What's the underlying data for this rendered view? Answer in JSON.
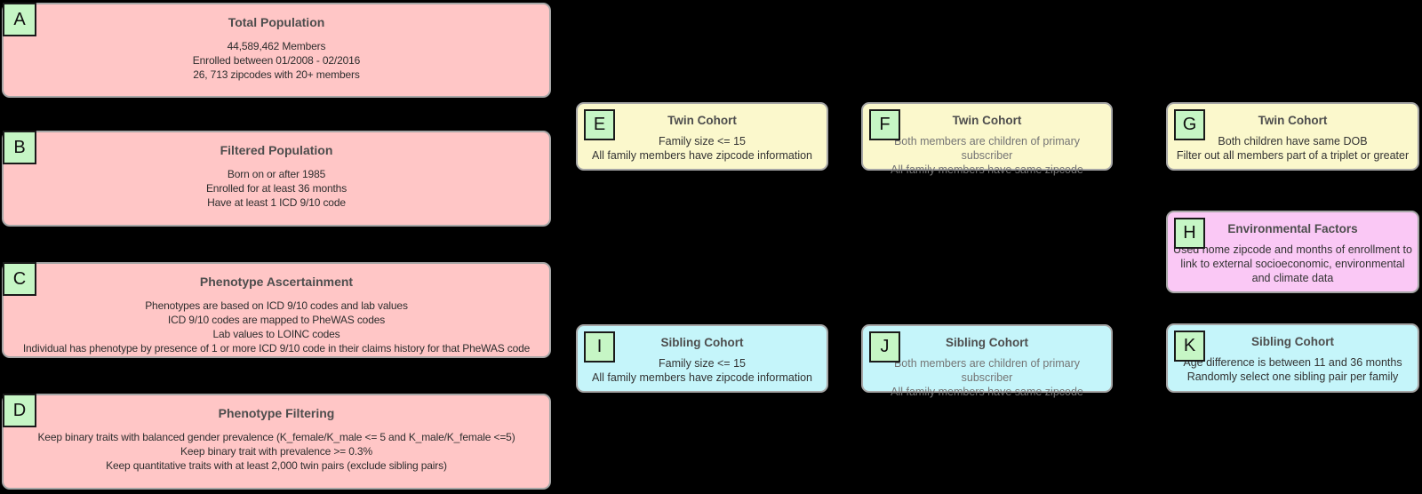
{
  "palette": {
    "background": "#000000",
    "box_border": "#A6A6A6",
    "label_square_bg": "#C6F6C5",
    "label_square_border": "#1A1A1A",
    "population_box_pink": "#FFC6C6",
    "twin_cohort_yellow": "#FBF8CC",
    "sibling_cohort_cyan": "#C5F5FA",
    "environmental_magenta": "#FAC8F5",
    "title_text": "#4D4D4D",
    "body_text": "#333333",
    "muted_body_text": "#757575"
  },
  "boxes": {
    "a": {
      "label": "A",
      "title": "Total Population",
      "lines": [
        "44,589,462 Members",
        "Enrolled between 01/2008 - 02/2016",
        "26, 713 zipcodes with 20+ members"
      ]
    },
    "b": {
      "label": "B",
      "title": "Filtered Population",
      "lines": [
        "Born on or after 1985",
        "Enrolled for at least 36 months",
        "Have at least 1 ICD 9/10 code"
      ]
    },
    "c": {
      "label": "C",
      "title": "Phenotype Ascertainment",
      "lines": [
        "Phenotypes are based on ICD 9/10 codes and lab values",
        "ICD 9/10 codes are mapped to PheWAS codes",
        "Lab values to LOINC codes",
        "Individual has phenotype by presence of 1 or more ICD 9/10 code in their claims history for that PheWAS code"
      ]
    },
    "d": {
      "label": "D",
      "title": "Phenotype Filtering",
      "lines": [
        "Keep binary traits with balanced gender prevalence (K_female/K_male <= 5 and K_male/K_female <=5)",
        "Keep binary trait with prevalence >= 0.3%",
        "Keep quantitative traits with at least 2,000 twin pairs (exclude sibling pairs)"
      ]
    },
    "e": {
      "label": "E",
      "title": "Twin Cohort",
      "lines": [
        "Family size <= 15",
        "All family members have zipcode information"
      ]
    },
    "f": {
      "label": "F",
      "title": "Twin Cohort",
      "lines": [
        "Both members are children of primary subscriber",
        "All family members have same zipcode"
      ]
    },
    "g": {
      "label": "G",
      "title": "Twin Cohort",
      "lines": [
        "Both children have same DOB",
        "Filter out all members part of a triplet or greater"
      ]
    },
    "h": {
      "label": "H",
      "title": "Environmental Factors",
      "body": "Used home zipcode and months of enrollment to link to external socioeconomic, environmental and climate data"
    },
    "i": {
      "label": "I",
      "title": "Sibling Cohort",
      "lines": [
        "Family size <= 15",
        "All family members have zipcode information"
      ]
    },
    "j": {
      "label": "J",
      "title": "Sibling Cohort",
      "lines": [
        "Both members are children of primary subscriber",
        "All family members have same zipcode"
      ]
    },
    "k": {
      "label": "K",
      "title": "Sibling Cohort",
      "lines": [
        "Age difference is between 11 and 36 months",
        "Randomly select one sibling pair per family"
      ]
    }
  }
}
